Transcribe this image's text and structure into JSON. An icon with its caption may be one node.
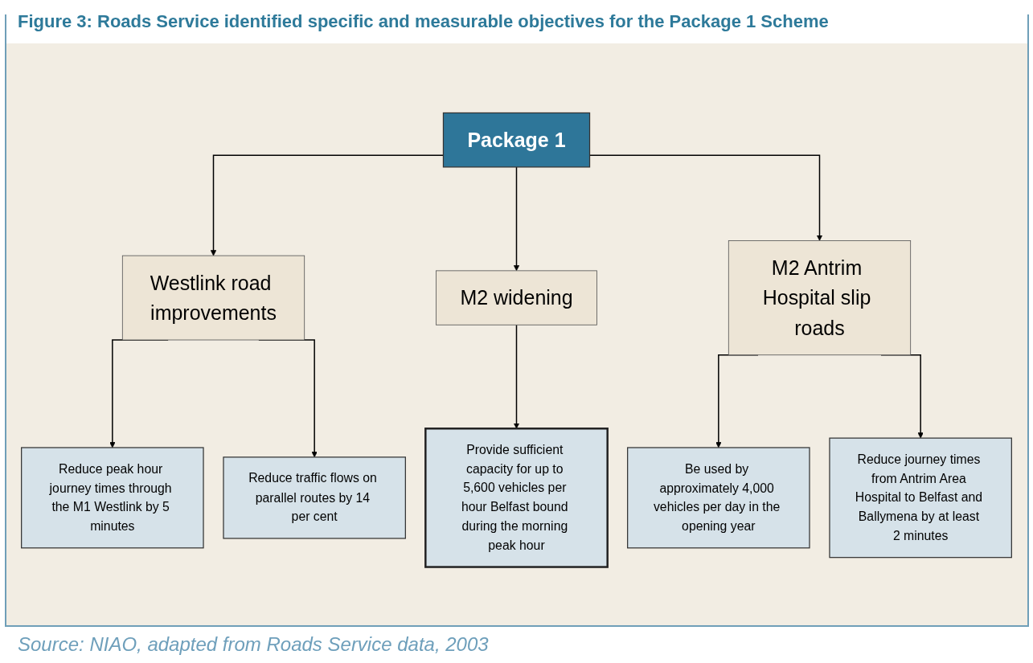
{
  "diagram": {
    "title": "Figure 3: Roads Service identified specific and measurable objectives for the Package 1 Scheme",
    "caption": "Source: NIAO, adapted from Roads Service data, 2003",
    "nodes": [
      {
        "text": [
          "Package 1"
        ]
      },
      {
        "text": [
          "Westlink road improvements"
        ]
      },
      {
        "text": [
          "M2 widening"
        ]
      },
      {
        "text": [
          "M2 Antrim Hospital slip roads"
        ]
      },
      {
        "text": [
          "Reduce peak hour journey times through the M1 Westlink by 5 minutes"
        ]
      },
      {
        "text": [
          "Reduce traffic flows on parallel routes by 14 per cent"
        ]
      },
      {
        "text": [
          "Provide sufficient capacity for up to 5,600 vehicles per hour Belfast bound during the morning peak hour"
        ]
      },
      {
        "text": [
          "Be used by approximately 4,000 vehicles per day in the opening year"
        ]
      },
      {
        "text": [
          "Reduce journey times from Antrim Area Hospital to Belfast and Ballymena by at least 2 minutes"
        ]
      }
    ],
    "edges": [
      {
        "from": 0,
        "to": 1,
        "arrow": "to"
      },
      {
        "from": 0,
        "to": 2,
        "arrow": "to"
      },
      {
        "from": 0,
        "to": 3,
        "arrow": "to"
      },
      {
        "from": 1,
        "to": 4,
        "arrow": "to"
      },
      {
        "from": 1,
        "to": 5,
        "arrow": "to"
      },
      {
        "from": 2,
        "to": 6,
        "arrow": "to"
      },
      {
        "from": 3,
        "to": 7,
        "arrow": "to"
      },
      {
        "from": 3,
        "to": 8,
        "arrow": "to"
      }
    ]
  }
}
